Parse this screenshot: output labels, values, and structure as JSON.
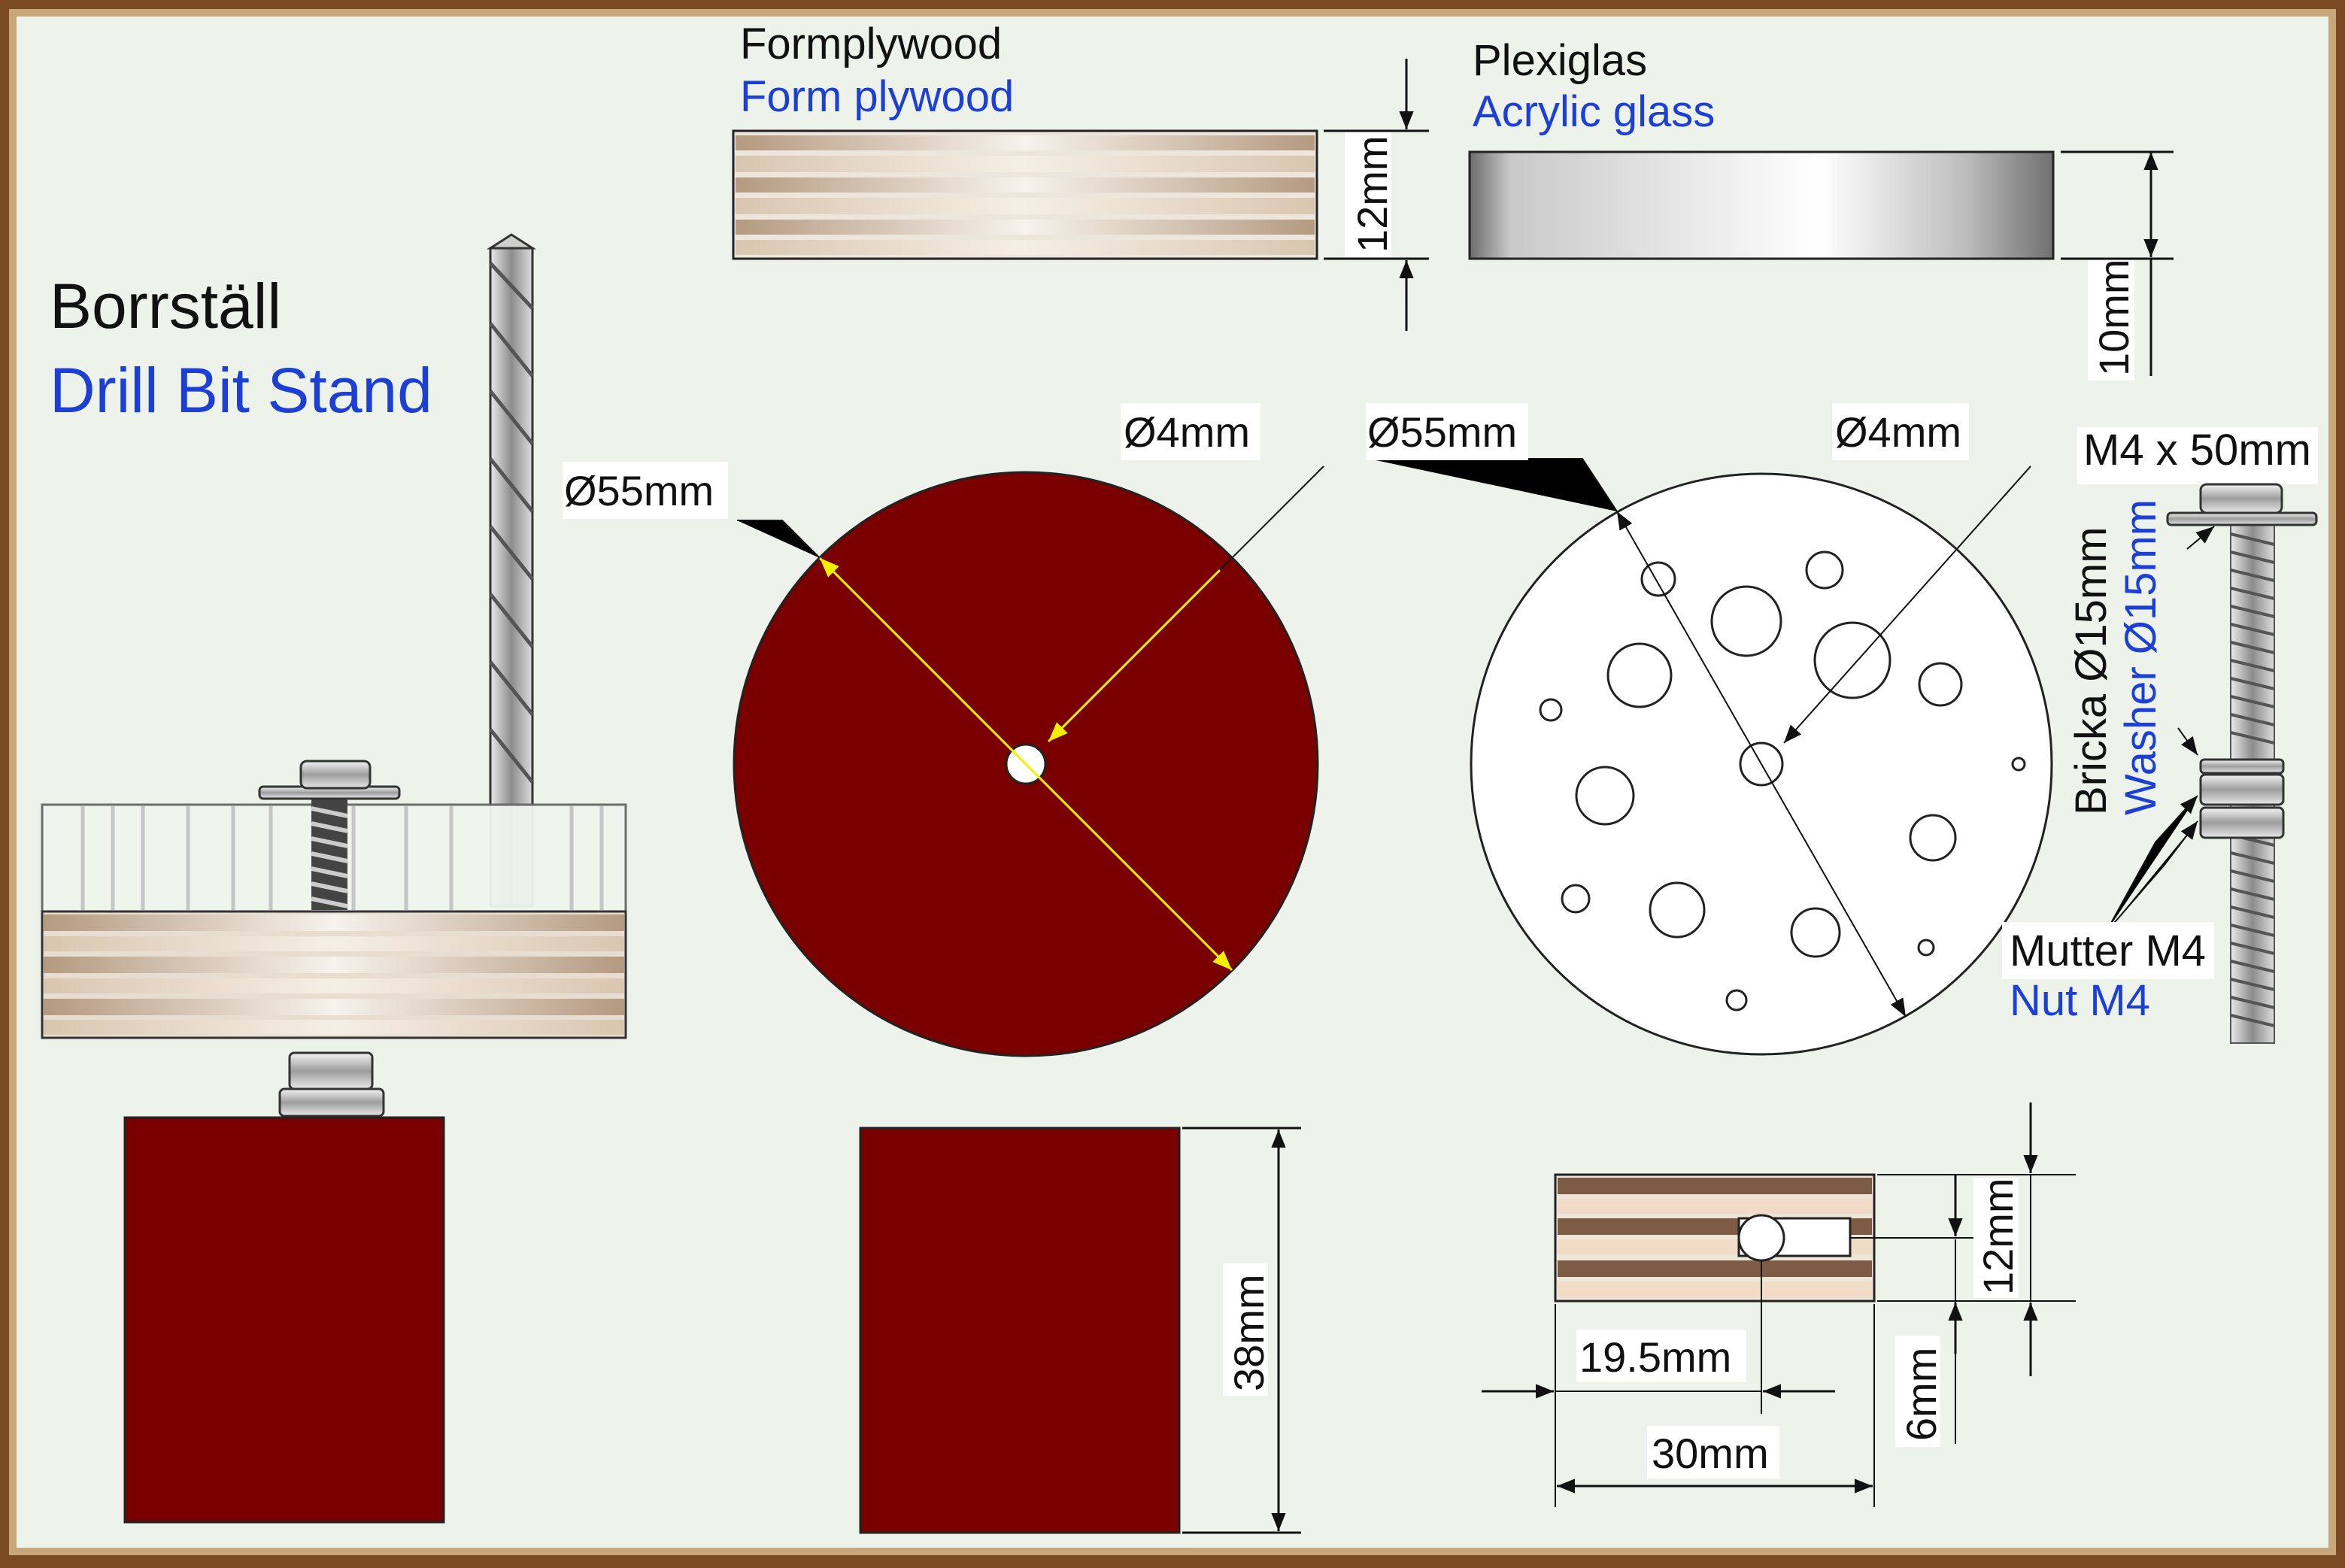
{
  "title": {
    "sv": "Borrställ",
    "en": "Drill Bit Stand"
  },
  "plywood": {
    "sv": "Formplywood",
    "en": "Form plywood",
    "thickness": "12mm"
  },
  "acrylic": {
    "sv": "Plexiglas",
    "en": "Acrylic glass",
    "thickness": "10mm"
  },
  "red_disc": {
    "diameter": "Ø55mm",
    "hole": "Ø4mm"
  },
  "white_disc": {
    "diameter": "Ø55mm",
    "hole": "Ø4mm"
  },
  "bolt": {
    "label": "M4 x 50mm"
  },
  "washer": {
    "sv": "Bricka Ø15mm",
    "en": "Washer Ø15mm"
  },
  "nut": {
    "sv": "Mutter M4",
    "en": "Nut M4"
  },
  "block": {
    "height": "38mm"
  },
  "section": {
    "thickness": "12mm",
    "offset": "6mm",
    "hole_pos": "19.5mm",
    "width": "30mm"
  },
  "colors": {
    "background": "#edf2ea",
    "frame": "#7a4a22",
    "disc_red": "#7a0000",
    "dimension_yellow": "#f5f000",
    "text_blue": "#1c3fd6"
  }
}
